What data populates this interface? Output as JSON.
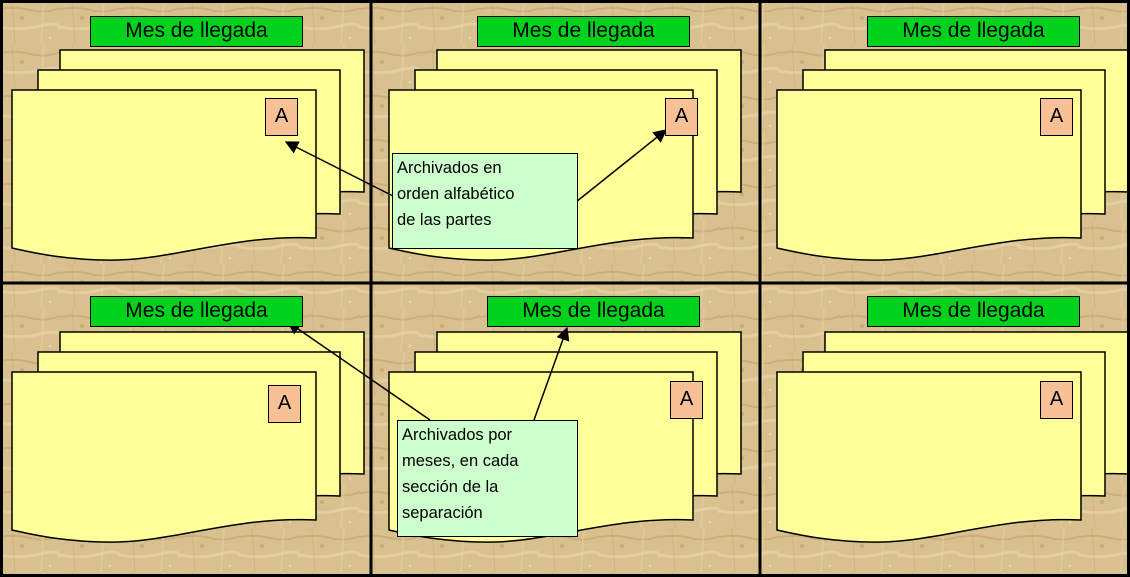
{
  "panels": [
    {
      "header": "Mes de llegada",
      "tab": "A"
    },
    {
      "header": "Mes de llegada",
      "tab": "A"
    },
    {
      "header": "Mes de llegada",
      "tab": "A"
    },
    {
      "header": "Mes de llegada",
      "tab": "A"
    },
    {
      "header": "Mes de llegada",
      "tab": "A"
    },
    {
      "header": "Mes de llegada",
      "tab": "A"
    }
  ],
  "notes": {
    "alphabetical": [
      "Archivados en",
      "orden alfabético",
      "de las partes"
    ],
    "monthly": [
      "Archivados por",
      "meses, en cada",
      "sección de la",
      "separación"
    ]
  },
  "colors": {
    "background": "#d9c08f",
    "folder_fill": "#ffff99",
    "header_fill": "#00d21e",
    "tab_fill": "#f8c095",
    "note_fill": "#ccffcc"
  }
}
